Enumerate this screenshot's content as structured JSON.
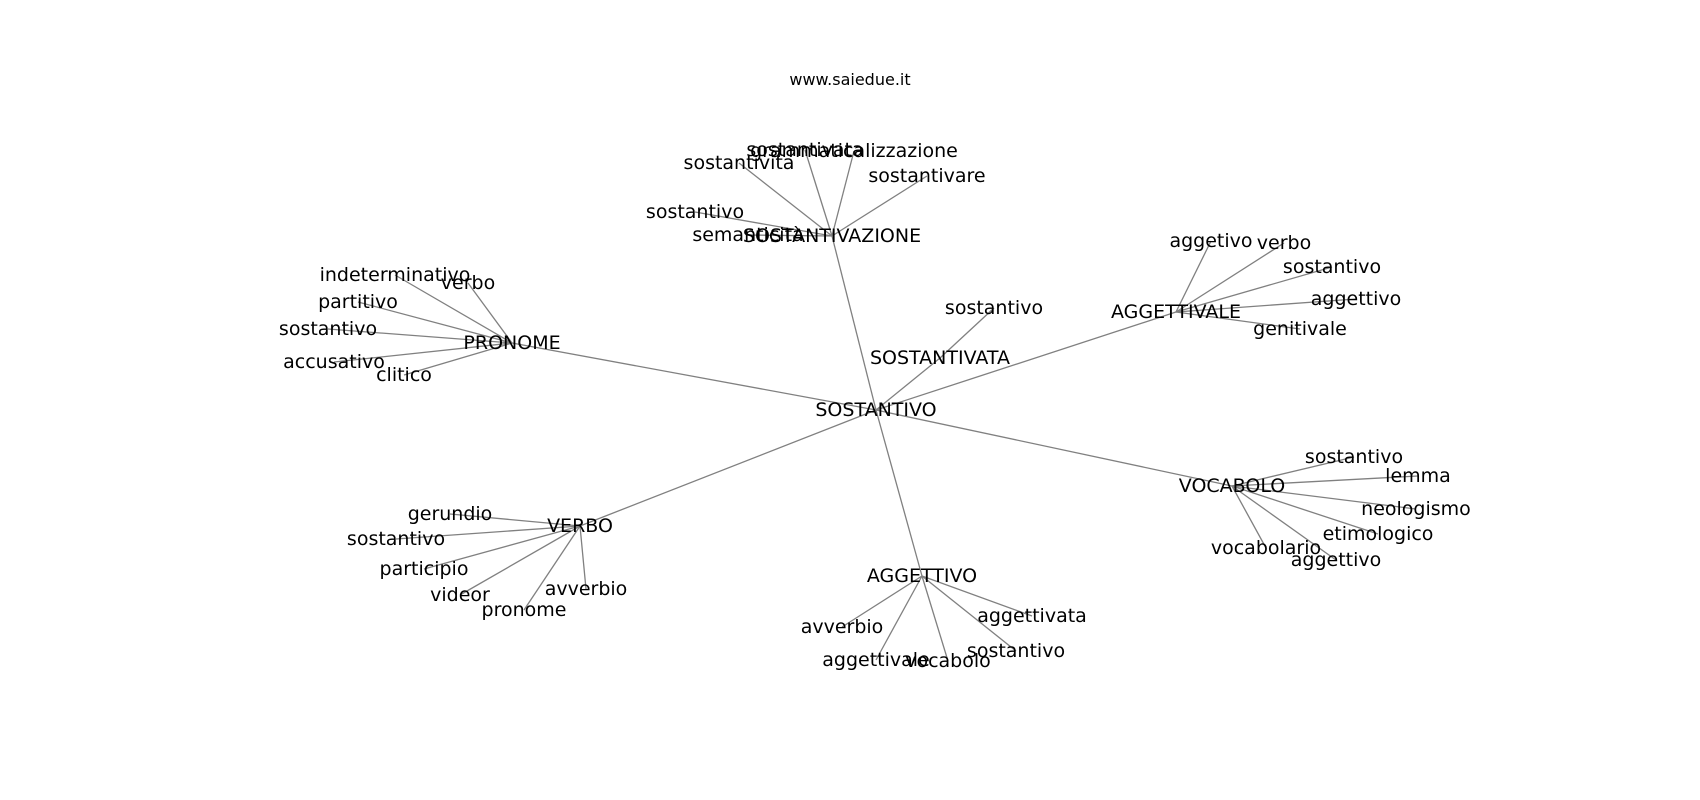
{
  "source": "www.saiedue.it",
  "graph": {
    "center": "SOSTANTIVO",
    "hubs": [
      {
        "id": "sostantivazione",
        "label": "SOSTANTIVAZIONE",
        "leaves": [
          "sostantivata",
          "grammaticalizzazione",
          "sostantivita",
          "sostantivare",
          "sostantivo",
          "semanticità"
        ]
      },
      {
        "id": "pronome",
        "label": "PRONOME",
        "leaves": [
          "indeterminativo",
          "verbo",
          "partitivo",
          "sostantivo",
          "accusativo",
          "clitico"
        ]
      },
      {
        "id": "aggettivale",
        "label": "AGGETTIVALE",
        "leaves": [
          "aggetivo",
          "verbo",
          "sostantivo",
          "aggettivo",
          "genitivale"
        ]
      },
      {
        "id": "sostantivata",
        "label": "SOSTANTIVATA",
        "leaves": [
          "sostantivo"
        ]
      },
      {
        "id": "vocabolo",
        "label": "VOCABOLO",
        "leaves": [
          "sostantivo",
          "lemma",
          "neologismo",
          "etimologico",
          "vocabolario",
          "aggettivo"
        ]
      },
      {
        "id": "verbo",
        "label": "VERBO",
        "leaves": [
          "gerundio",
          "sostantivo",
          "participio",
          "videor",
          "pronome",
          "avverbio"
        ]
      },
      {
        "id": "aggettivo",
        "label": "AGGETTIVO",
        "leaves": [
          "avverbio",
          "aggettivata",
          "aggettivale",
          "vocabolo",
          "sostantivo"
        ]
      }
    ]
  }
}
